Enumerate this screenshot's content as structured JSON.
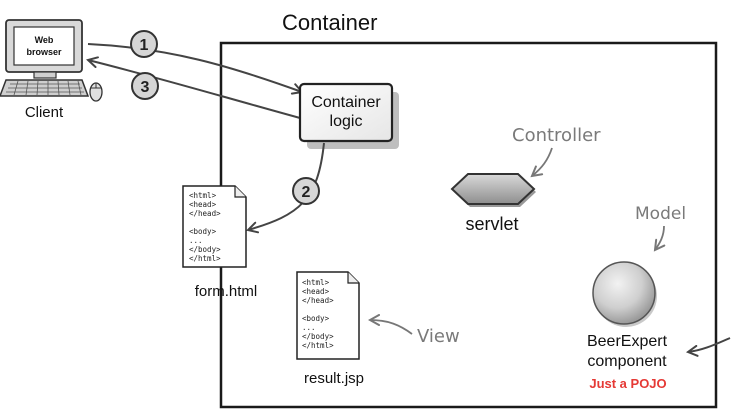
{
  "container_title": "Container",
  "client": {
    "screen_text": [
      "Web",
      "browser"
    ],
    "label": "Client"
  },
  "steps": [
    "1",
    "2",
    "3"
  ],
  "container_logic": [
    "Container",
    "logic"
  ],
  "form_page": {
    "code_lines": [
      "<html>",
      "<head>",
      "</head>",
      "",
      "<body>",
      "...",
      "</body>",
      "</html>"
    ],
    "label": "form.html"
  },
  "servlet": {
    "label": "servlet",
    "annotation": "Controller"
  },
  "result_page": {
    "code_lines": [
      "<html>",
      "<head>",
      "</head>",
      "",
      "<body>",
      "...",
      "</body>",
      "</html>"
    ],
    "label": "result.jsp",
    "annotation": "View"
  },
  "model": {
    "annotation": "Model",
    "label_lines": [
      "BeerExpert",
      "component"
    ],
    "note": "Just a POJO",
    "note_color": "#e53935"
  }
}
